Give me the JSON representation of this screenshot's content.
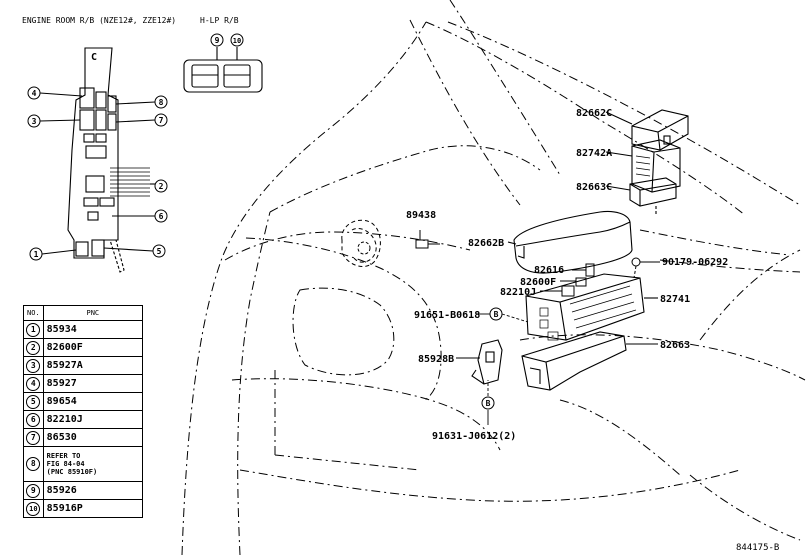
{
  "headers": {
    "engine_room": "ENGINE ROOM R/B (NZE12#, ZZE12#)",
    "hlp": "H-LP R/B"
  },
  "relay_block_letter": "C",
  "numbered_circles": {
    "n1": "1",
    "n2": "2",
    "n3": "3",
    "n4": "4",
    "n5": "5",
    "n6": "6",
    "n7": "7",
    "n8": "8",
    "n9": "9",
    "n10": "10"
  },
  "callouts": {
    "c82662c": "82662C",
    "c82742a": "82742A",
    "c82663c": "82663C",
    "c89438": "89438",
    "c82662b": "82662B",
    "c90179": "90179-06292",
    "c82616": "82616",
    "c82600f": "82600F",
    "c82210j": "82210J",
    "c82741": "82741",
    "c91651": "91651-B0618",
    "c85928b": "85928B",
    "c82663": "82663",
    "c91631": "91631-J0612(2)"
  },
  "bolt_marker": "B",
  "table": {
    "col_no": "NO.",
    "col_pnc": "PNC",
    "rows": [
      {
        "no": "1",
        "pnc": "85934"
      },
      {
        "no": "2",
        "pnc": "82600F"
      },
      {
        "no": "3",
        "pnc": "85927A"
      },
      {
        "no": "4",
        "pnc": "85927"
      },
      {
        "no": "5",
        "pnc": "89654"
      },
      {
        "no": "6",
        "pnc": "82210J"
      },
      {
        "no": "7",
        "pnc": "86530"
      },
      {
        "no": "8",
        "refer": [
          "REFER TO",
          "FIG 84-04",
          "(PNC 85910F)"
        ]
      },
      {
        "no": "9",
        "pnc": "85926"
      },
      {
        "no": "10",
        "pnc": "85916P"
      }
    ]
  },
  "figure_code": "844175-B"
}
